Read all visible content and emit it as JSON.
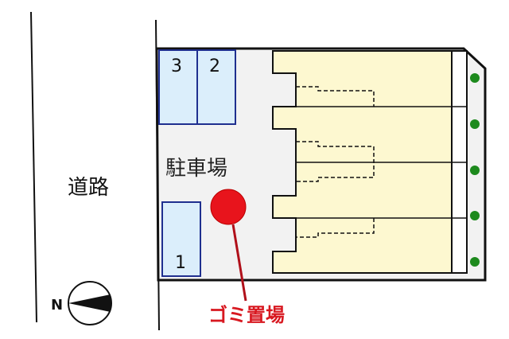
{
  "labels": {
    "road": "道路",
    "parking": "駐車場",
    "garbage": "ゴミ置場",
    "north": "N"
  },
  "parking_spaces": [
    "3",
    "2",
    "1"
  ],
  "colors": {
    "parking_space": "#dbeefb",
    "parking_border": "#1f2f8f",
    "building": "#fdf8d0",
    "lot": "#f2f2f2",
    "garbage_marker": "#e8141c",
    "garbage_text": "#d81820",
    "tree": "#1d8a1d"
  }
}
